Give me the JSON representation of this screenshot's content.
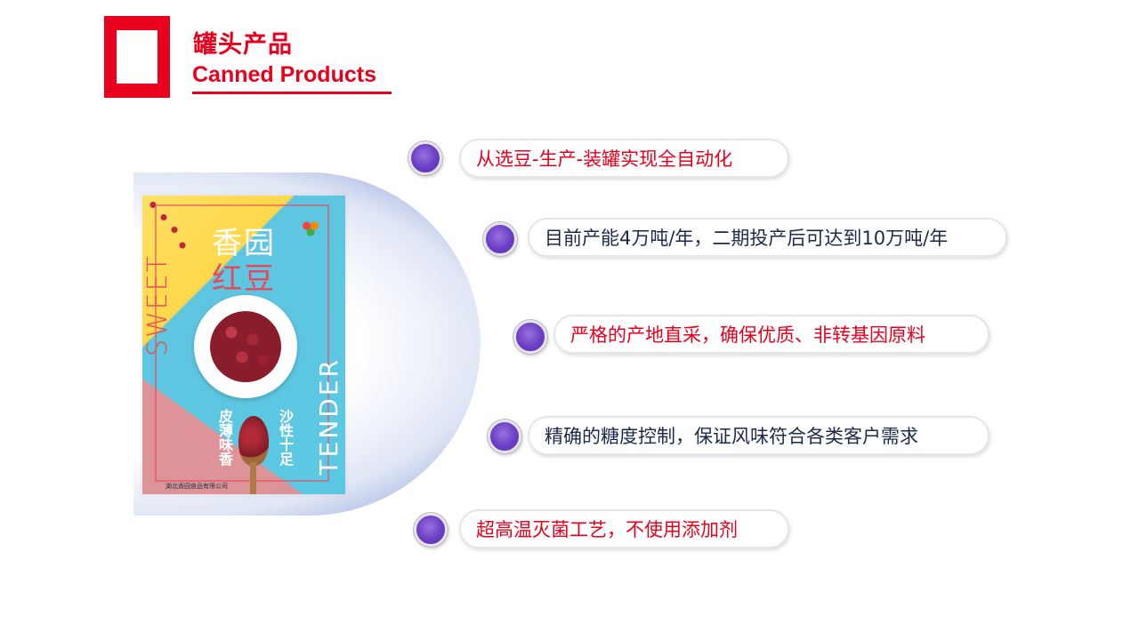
{
  "header": {
    "title_cn": "罐头产品",
    "title_en": "Canned Products"
  },
  "poster": {
    "brand_line1": "香园",
    "brand_line2": "红豆",
    "sweet": "SWEET",
    "tender": "TENDER",
    "slogan1": "皮薄味香",
    "slogan2": "沙性十足",
    "company": "湖北香园食品有限公司"
  },
  "features": [
    {
      "text": "从选豆-生产-装罐实现全自动化",
      "color": "#e8001c"
    },
    {
      "text": "目前产能4万吨/年，二期投产后可达到10万吨/年",
      "color": "#1c2a4a"
    },
    {
      "text": "严格的产地直采，确保优质、非转基因原料",
      "color": "#e8001c"
    },
    {
      "text": "精确的糖度控制，保证风味符合各类客户需求",
      "color": "#1c2a4a"
    },
    {
      "text": "超高温灭菌工艺，不使用添加剂",
      "color": "#e8001c"
    }
  ]
}
